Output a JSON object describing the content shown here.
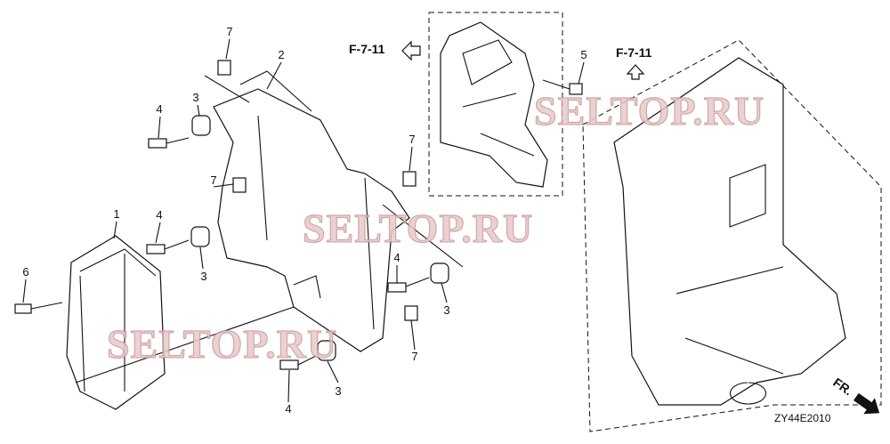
{
  "diagram": {
    "callouts": [
      "7",
      "2",
      "3",
      "4",
      "7",
      "4",
      "1",
      "3",
      "6",
      "7",
      "5",
      "4",
      "3",
      "7",
      "3",
      "4"
    ],
    "references": {
      "left": "F-7-11",
      "right": "F-7-11"
    },
    "drawing_code": "ZY44E2010",
    "front_marker": "FR.",
    "watermark": "SELTOP.RU",
    "colors": {
      "line": "#111111",
      "watermark": "#e8c9c9"
    }
  }
}
